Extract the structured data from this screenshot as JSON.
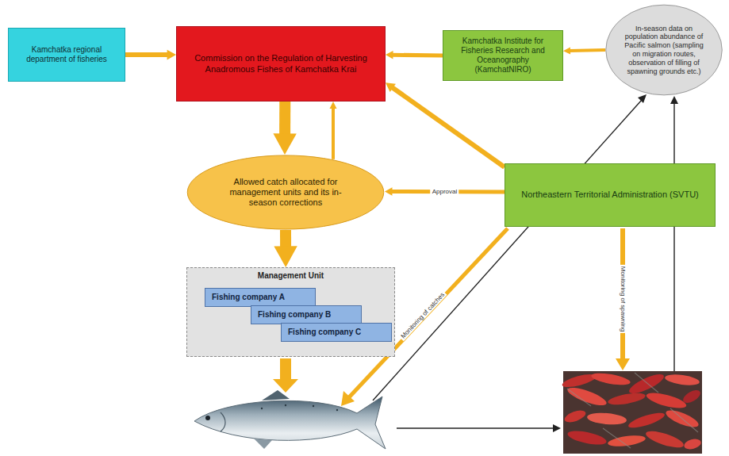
{
  "diagram": {
    "nodes": [
      {
        "text": [
          "Kamchatka regional department of fisheries"
        ]
      },
      {
        "text": [
          "Commission on the Regulation of Harvesting Anadromous Fishes of Kamchatka Krai"
        ]
      },
      {
        "text": [
          "Kamchatka Institute for Fisheries Research and Oceanography (KamchatNIRO)"
        ]
      },
      {
        "text": [
          "In-season data on population abundance of Pacific salmon (sampling on migration routes, observation of filling of spawning grounds etc.)"
        ]
      },
      {
        "text": [
          "Allowed catch allocated for management units and its in-season corrections"
        ]
      },
      {
        "text": [
          "Northeastern Territorial Administration (SVTU)"
        ]
      },
      {
        "text": [
          "Management Unit"
        ]
      },
      {
        "text": [
          "Fishing company A"
        ],
        "in": 6
      },
      {
        "text": [
          "Fishing company B"
        ],
        "in": 6
      },
      {
        "text": [
          "Fishing company C"
        ],
        "in": 6
      }
    ],
    "edges": [
      {
        "from": 0,
        "to": 1,
        "arrow": "to"
      },
      {
        "from": 2,
        "to": 1,
        "arrow": "to"
      },
      {
        "from": 3,
        "to": 2,
        "arrow": "to"
      },
      {
        "from": 1,
        "to": 4,
        "arrow": "to"
      },
      {
        "from": 4,
        "to": 1,
        "arrow": "to"
      },
      {
        "from": 5,
        "to": 1,
        "arrow": "to"
      },
      {
        "from": 5,
        "to": 4,
        "label": "Approval",
        "arrow": "to"
      },
      {
        "from": 4,
        "to": 6,
        "arrow": "to"
      }
    ],
    "labels": [
      "Monitoring of catches",
      "Monitoring of spawning"
    ]
  }
}
